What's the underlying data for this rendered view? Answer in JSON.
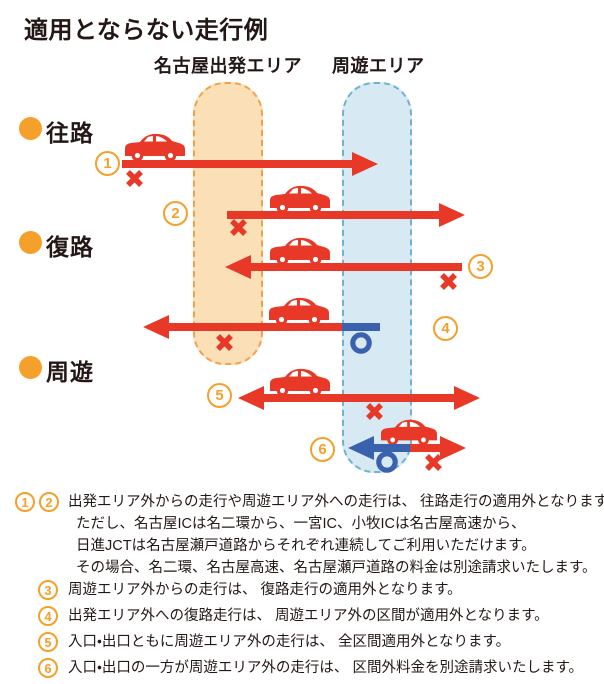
{
  "title": "適用とならない走行例",
  "colors": {
    "red": "#e73828",
    "orange": "#f5a02b",
    "orange_band_fill": "#fbdfb7",
    "orange_band_border": "#f2a14a",
    "blue_band_fill": "#d7e9f3",
    "blue_band_border": "#6fb2d2",
    "blue": "#3961ad",
    "text": "#231815"
  },
  "diagram": {
    "area_labels": {
      "departure": "名古屋出発エリア",
      "excursion": "周遊エリア"
    },
    "row_labels": {
      "outbound": "往路",
      "return": "復路",
      "excursion": "周遊"
    },
    "examples": [
      {
        "number": "1"
      },
      {
        "number": "2"
      },
      {
        "number": "3"
      },
      {
        "number": "4"
      },
      {
        "number": "5"
      },
      {
        "number": "6"
      }
    ]
  },
  "notes": {
    "items": [
      {
        "badges": [
          "1",
          "2"
        ],
        "text": "出発エリア外からの走行や周遊エリア外への走行は、 往路走行の適用外となります。"
      },
      {
        "badges": [],
        "text": "ただし、名古屋ICは名二環から、一宮IC、小牧ICは名古屋高速から、"
      },
      {
        "badges": [],
        "text": "日進JCTは名古屋瀬戸道路からそれぞれ連続してご利用いただけます。"
      },
      {
        "badges": [],
        "text": "その場合、名二環、名古屋高速、名古屋瀬戸道路の料金は別途請求いたします。"
      },
      {
        "badges": [
          "3"
        ],
        "text": "周遊エリア外からの走行は、 復路走行の適用外となります。"
      },
      {
        "badges": [
          "4"
        ],
        "text": "出発エリア外への復路走行は、 周遊エリア外の区間が適用外となります。"
      },
      {
        "badges": [
          "5"
        ],
        "text": "入口・出口ともに周遊エリア外の走行は、 全区間適用外となります。"
      },
      {
        "badges": [
          "6"
        ],
        "text": "入口・出口の一方が周遊エリア外の走行は、 区間外料金を別途請求いたします。"
      }
    ]
  }
}
